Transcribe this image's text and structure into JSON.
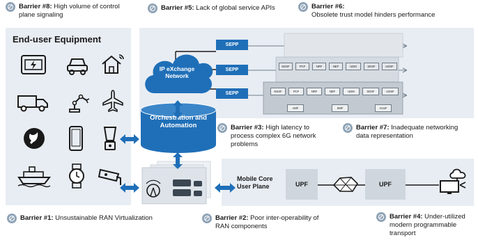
{
  "colors": {
    "panel": "#e8edf3",
    "accent": "#1f6fb8",
    "ban": "#8fa3b6",
    "dark": "#1a1a1a"
  },
  "barriers": {
    "b8": {
      "label": "Barrier #8:",
      "text": "High volume of control plane signaling"
    },
    "b5": {
      "label": "Barrier #5:",
      "text": "Lack of global service APIs"
    },
    "b6": {
      "label": "Barrier #6:",
      "text": "Obsolete trust model hinders performance"
    },
    "b3": {
      "label": "Barrier #3:",
      "text": "High latency to process complex 6G network problems"
    },
    "b7": {
      "label": "Barrier #7:",
      "text": "Inadequate networking data representation"
    },
    "b1": {
      "label": "Barrier #1:",
      "text": "Unsustainable RAN Virtualization"
    },
    "b2": {
      "label": "Barrier #2:",
      "text": "Poor inter-operability of RAN components"
    },
    "b4": {
      "label": "Barrier #4:",
      "text": "Under-utilized modern programmable transport"
    }
  },
  "equipment": {
    "title": "End-user Equipment",
    "icons": [
      "battery-icon",
      "car-icon",
      "smart-home-icon",
      "truck-icon",
      "robot-arm-icon",
      "airplane-icon",
      "power-plug-icon",
      "smartphone-icon",
      "blender-icon",
      "ship-icon",
      "smartwatch-icon",
      "camera-icon"
    ]
  },
  "cloud": {
    "label": "IP eXchange Network"
  },
  "sepp": [
    "SEPP",
    "SEPP",
    "SEPP"
  ],
  "nf_row1": [
    "NSSF",
    "PCF",
    "NRF",
    "NEF",
    "UDM",
    "SDSF",
    "UDSF"
  ],
  "nf_row2": [
    "AMF",
    "SMF",
    "AUSF"
  ],
  "orchestration": {
    "label": "Orchestration and Automation"
  },
  "core": {
    "label": "Mobile Core User Plane",
    "upf1": "UPF",
    "upf2": "UPF"
  }
}
